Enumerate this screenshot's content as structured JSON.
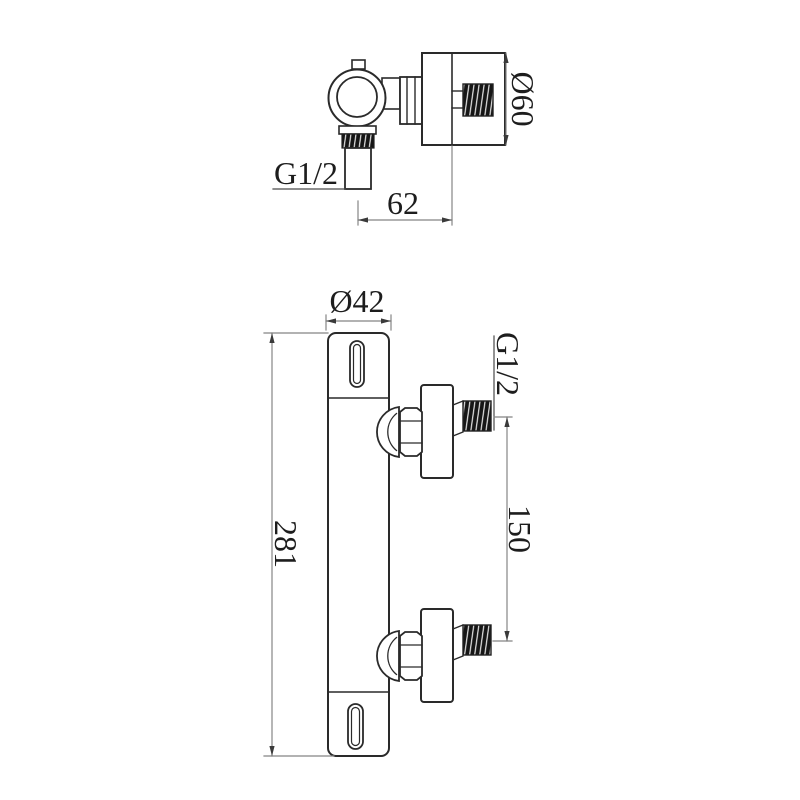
{
  "drawing": {
    "title": "thermostatic-shower-valve-technical-drawing",
    "colors": {
      "background": "#ffffff",
      "outline": "#2a2a2a",
      "dimension_line": "#858585",
      "text": "#1d1d1d",
      "thread_fill": "#161616"
    },
    "top_view": {
      "flange_diameter_label": "Ø60",
      "outlet_thread_label": "G1/2",
      "wall_distance_label": "62"
    },
    "front_view": {
      "body_diameter_label": "Ø42",
      "inlet_thread_label": "G1/2",
      "body_length_label": "281",
      "inlet_spacing_label": "150"
    }
  }
}
